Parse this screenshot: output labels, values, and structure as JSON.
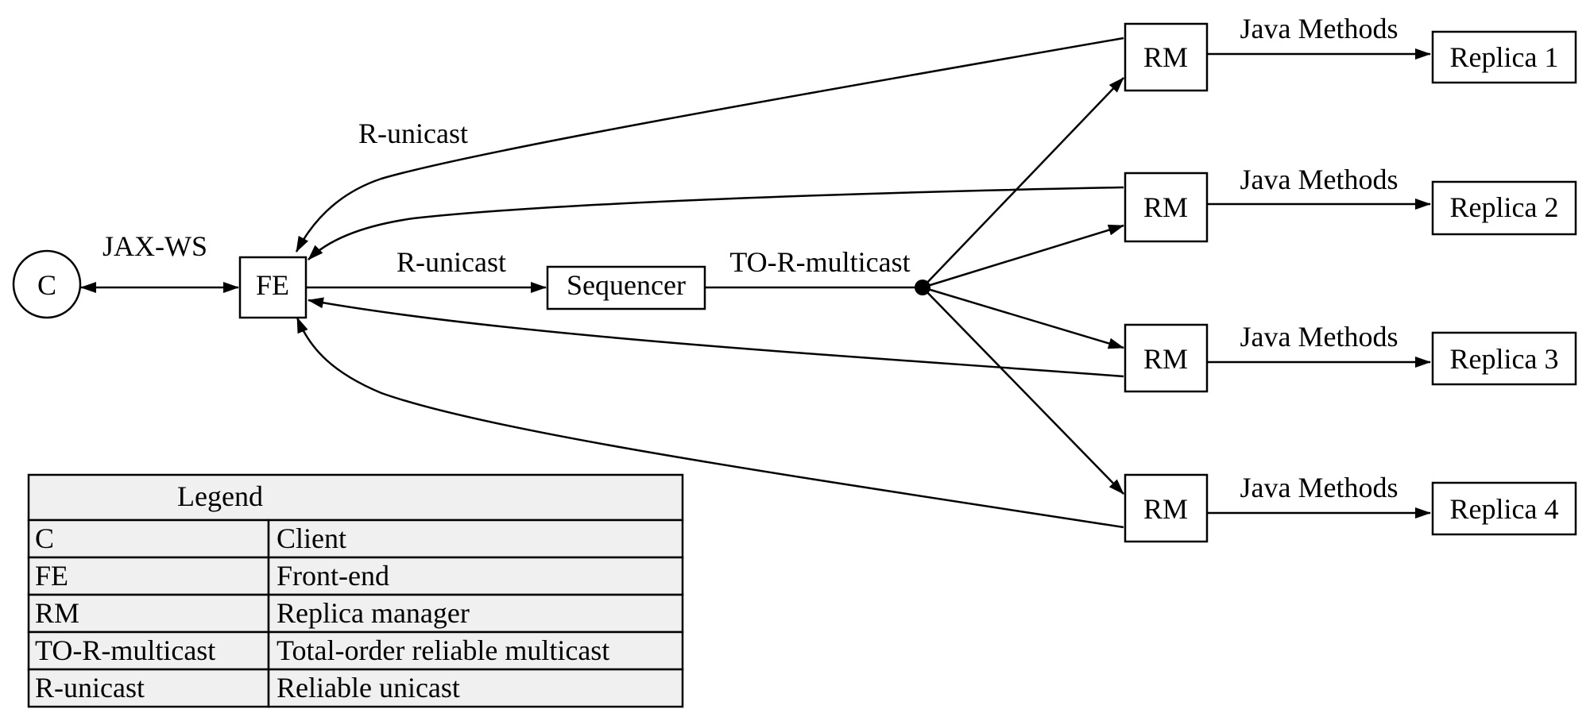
{
  "nodes": {
    "client": "C",
    "frontend": "FE",
    "sequencer": "Sequencer",
    "rm1": "RM",
    "rm2": "RM",
    "rm3": "RM",
    "rm4": "RM",
    "replica1": "Replica 1",
    "replica2": "Replica 2",
    "replica3": "Replica 3",
    "replica4": "Replica 4"
  },
  "edges": {
    "client_fe": "JAX-WS",
    "fe_sequencer": "R-unicast",
    "sequencer_multicast": "TO-R-multicast",
    "rm_fe_top": "R-unicast",
    "rm1_replica": "Java Methods",
    "rm2_replica": "Java Methods",
    "rm3_replica": "Java Methods",
    "rm4_replica": "Java Methods"
  },
  "legend": {
    "title": "Legend",
    "rows": [
      {
        "term": "C",
        "meaning": "Client"
      },
      {
        "term": "FE",
        "meaning": "Front-end"
      },
      {
        "term": "RM",
        "meaning": "Replica manager"
      },
      {
        "term": "TO-R-multicast",
        "meaning": "Total-order reliable multicast"
      },
      {
        "term": "R-unicast",
        "meaning": "Reliable unicast"
      }
    ]
  }
}
